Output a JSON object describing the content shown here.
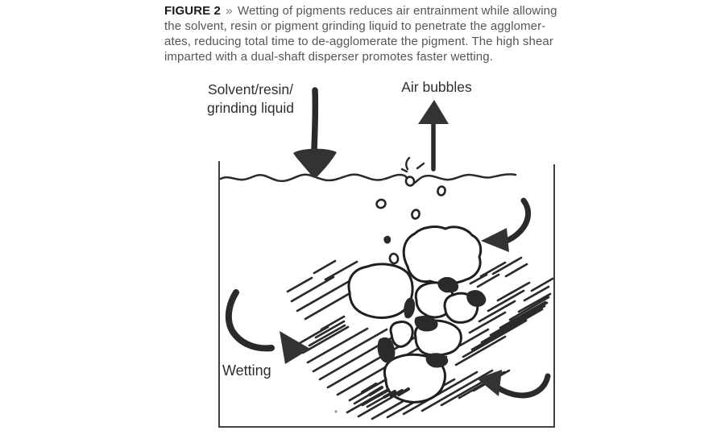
{
  "figure": {
    "label": "FIGURE 2",
    "separator": "»",
    "caption_lines": [
      "Wetting of pigments reduces air entrainment while allowing",
      "the solvent, resin or pigment grinding liquid to penetrate the agglomer-",
      "ates, reducing total time to de-agglomerate the pigment. The high shear",
      "imparted with a dual-shaft disperser promotes faster wetting."
    ]
  },
  "diagram": {
    "labels": {
      "solvent_line1": "Solvent/resin/",
      "solvent_line2": "grinding liquid",
      "air_bubbles": "Air bubbles",
      "wetting": "Wetting"
    },
    "arrows": [
      "solvent-down-arrow",
      "air-bubbles-up-arrow",
      "shear-arrow-top-right",
      "wetting-arrow-left",
      "shear-arrow-bottom-right"
    ],
    "colors": {
      "ink": "#2a2a2a",
      "arrow_fill": "#333333",
      "caption_text": "#55565a",
      "figure_label": "#1a1a1a",
      "label_text": "#2e2e2e",
      "background": "#ffffff"
    }
  }
}
